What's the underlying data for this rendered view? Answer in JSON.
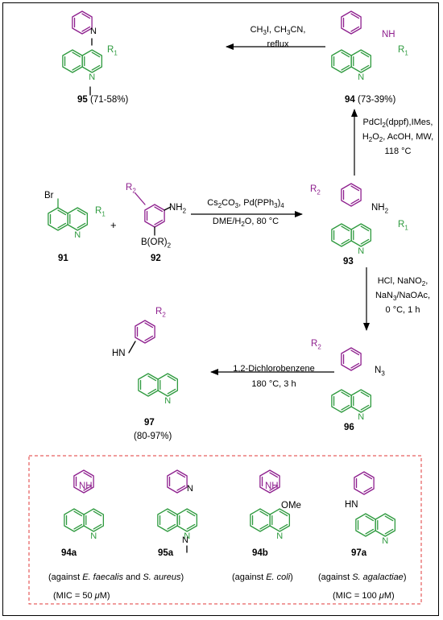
{
  "colors": {
    "green": "#2e9a3e",
    "purple": "#8e1f8e",
    "black": "#000000",
    "dashed_red": "#e03a3a"
  },
  "compounds": {
    "c91": {
      "label": "91",
      "r": "R1",
      "sub": "Br"
    },
    "c92": {
      "label": "92",
      "r": "R2",
      "nh2": "NH2",
      "boron": "B(OR)2"
    },
    "c93": {
      "label": "93",
      "r2": "R2",
      "r1": "R1",
      "nh2": "NH2"
    },
    "c94": {
      "label": "94",
      "yield": "(73-39%)",
      "nh": "NH",
      "r": "R1"
    },
    "c95": {
      "label": "95",
      "yield": "(71-58%)",
      "r": "R1"
    },
    "c96": {
      "label": "96",
      "r": "R2",
      "n3": "N3"
    },
    "c97": {
      "label": "97",
      "yield": "(80-97%)",
      "r": "R2",
      "hn": "HN"
    }
  },
  "plus": "+",
  "arrows": {
    "a1": {
      "line1": "Cs2CO3, Pd(PPh3)4",
      "line2": "DME/H2O, 80 °C"
    },
    "a2": {
      "line1": "PdCl2(dppf),IMes,",
      "line2": "H2O2, AcOH, MW,",
      "line3": "118 °C"
    },
    "a3": {
      "line1": "CH3I, CH3CN,",
      "line2": "reflux"
    },
    "a4": {
      "line1": "HCl, NaNO2,",
      "line2": "NaN3/NaOAc,",
      "line3": "0 °C, 1 h"
    },
    "a5": {
      "line1": "1,2-Dichlorobenzene",
      "line2": "180 °C, 3 h"
    }
  },
  "examples": {
    "e94a": {
      "label": "94a",
      "nh": "NH"
    },
    "e95a": {
      "label": "95a"
    },
    "e94b": {
      "label": "94b",
      "nh": "NH",
      "ome": "OMe"
    },
    "e97a": {
      "label": "97a",
      "hn": "HN"
    }
  },
  "activity": {
    "a1": "(against E. faecalis and S. aureus)",
    "a2": "(against E. coli)",
    "a3": "(against S. agalactiae)",
    "mic1": "(MIC = 50 μM)",
    "mic2": "(MIC = 100 μM)"
  }
}
